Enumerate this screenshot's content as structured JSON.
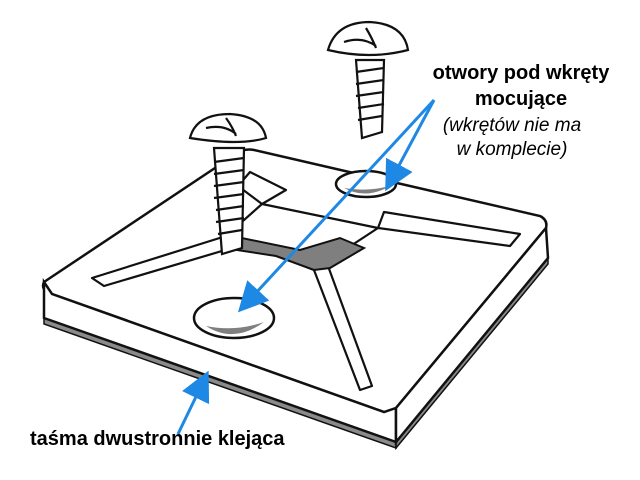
{
  "labels": {
    "holes_line1": "otwory pod wkręty",
    "holes_line2": "mocujące",
    "note_line1": "(wkrętów nie ma",
    "note_line2": "w komplecie)",
    "tape": "taśma dwustronnie klejąca"
  },
  "colors": {
    "arrow": "#1e88e5",
    "outline": "#111111",
    "tape": "#8a8a8a",
    "shadow": "#7f7f7f"
  },
  "icons": {
    "screw_left": "screw-icon",
    "screw_right": "screw-icon"
  }
}
